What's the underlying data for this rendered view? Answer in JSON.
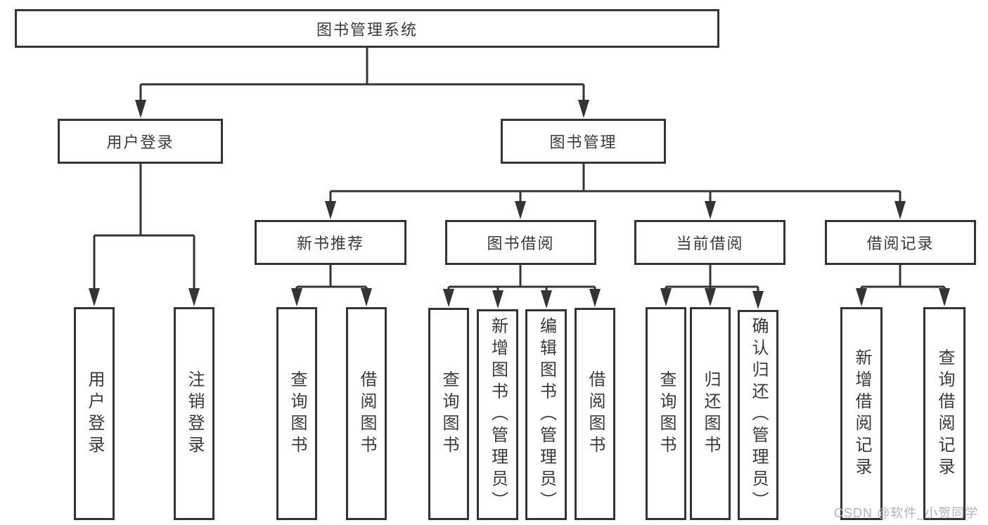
{
  "diagram_title": "图书管理系统",
  "tree": {
    "label": "图书管理系统",
    "children": [
      {
        "label": "用户登录",
        "children": [
          {
            "label": "用户登录"
          },
          {
            "label": "注销登录"
          }
        ]
      },
      {
        "label": "图书管理",
        "children": [
          {
            "label": "新书推荐",
            "children": [
              {
                "label": "查询图书"
              },
              {
                "label": "借阅图书"
              }
            ]
          },
          {
            "label": "图书借阅",
            "children": [
              {
                "label": "查询图书"
              },
              {
                "label": "新增图书（管理员）"
              },
              {
                "label": "编辑图书（管理员）"
              },
              {
                "label": "借阅图书"
              }
            ]
          },
          {
            "label": "当前借阅",
            "children": [
              {
                "label": "查询图书"
              },
              {
                "label": "归还图书"
              },
              {
                "label": "确认归还（管理员）"
              }
            ]
          },
          {
            "label": "借阅记录",
            "children": [
              {
                "label": "新增借阅记录"
              },
              {
                "label": "查询借阅记录"
              }
            ]
          }
        ]
      }
    ]
  },
  "watermark": {
    "text": "CSDN @软件_小贺同学"
  },
  "colors": {
    "background": "#ffffff",
    "line": "#343434",
    "text": "#37393c",
    "box_fill": "#ffffff",
    "watermark": "#b3b3b3"
  }
}
